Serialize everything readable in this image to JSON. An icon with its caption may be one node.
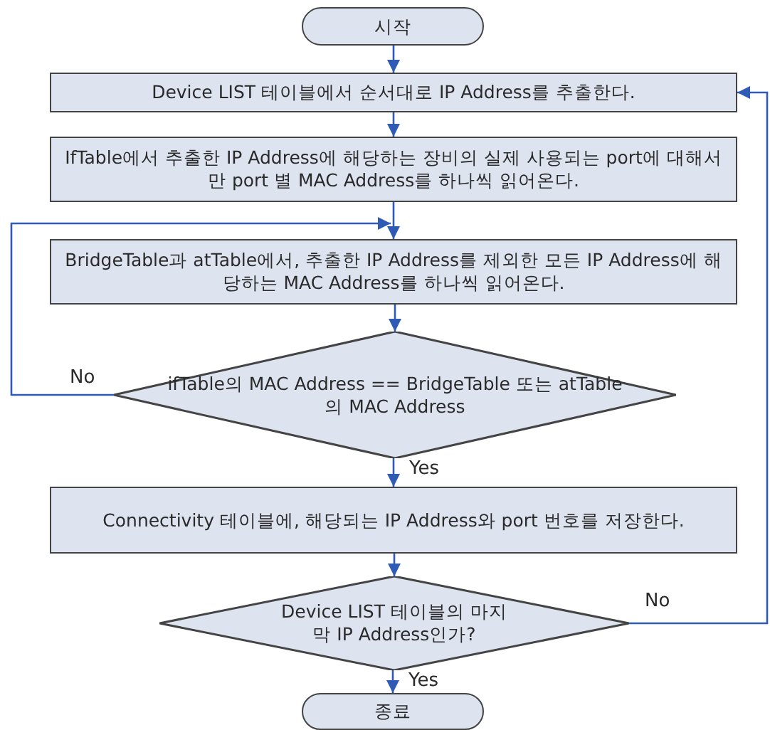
{
  "diagram": {
    "nodes": [
      {
        "text": [
          "시작"
        ]
      },
      {
        "text": [
          "Device LIST 테이블에서 순서대로 IP Address를 추출한다."
        ]
      },
      {
        "text": [
          "IfTable에서 추출한 IP Address에 해당하는 장비의 실제 사용되는 port에 대해서만 port 별 MAC Address를 하나씩 읽어온다."
        ]
      },
      {
        "text": [
          "BridgeTable과 atTable에서, 추출한 IP Address를 제외한 모든 IP Address에 해당하는 MAC Address를 하나씩 읽어온다."
        ]
      },
      {
        "text": [
          "ifTable의 MAC Address == BridgeTable 또는 atTable의 MAC Address"
        ]
      },
      {
        "text": [
          "Connectivity 테이블에, 해당되는 IP Address와 port 번호를 저장한다."
        ]
      },
      {
        "text": [
          "Device LIST 테이블의 마지막 IP Address인가?"
        ]
      },
      {
        "text": [
          "종료"
        ]
      }
    ],
    "edges": [
      {
        "from": 0,
        "to": 1,
        "arrow": "to"
      },
      {
        "from": 1,
        "to": 2,
        "arrow": "to"
      },
      {
        "from": 2,
        "to": 3,
        "arrow": "to"
      },
      {
        "from": 3,
        "to": 4,
        "arrow": "to"
      },
      {
        "from": 4,
        "to": 3,
        "arrow": "to",
        "label": "No"
      },
      {
        "from": 4,
        "to": 5,
        "arrow": "to",
        "label": "Yes"
      },
      {
        "from": 5,
        "to": 6,
        "arrow": "to"
      },
      {
        "from": 6,
        "to": 1,
        "arrow": "to",
        "label": "No"
      },
      {
        "from": 6,
        "to": 7,
        "arrow": "to",
        "label": "Yes"
      }
    ]
  }
}
